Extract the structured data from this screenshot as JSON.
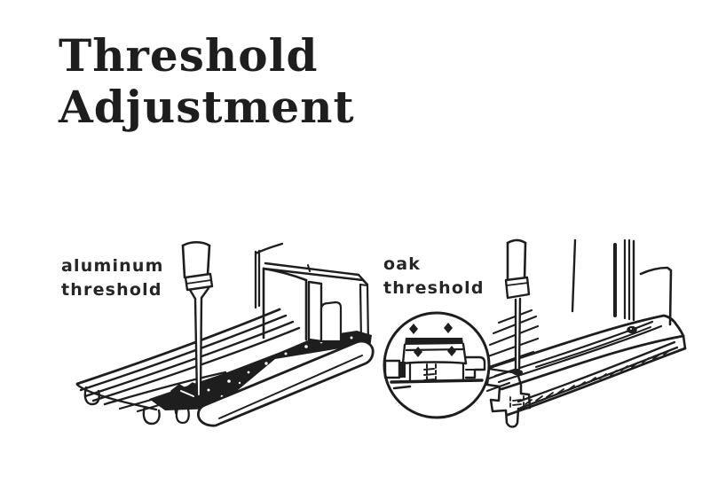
{
  "title": {
    "line1": "Threshold",
    "line2": "Adjustment"
  },
  "figures": {
    "aluminum": {
      "label_line1": "aluminum",
      "label_line2": "threshold"
    },
    "oak": {
      "label_line1": "oak",
      "label_line2": "threshold"
    }
  },
  "colors": {
    "ink": "#1e1e1e",
    "paper": "#ffffff"
  }
}
